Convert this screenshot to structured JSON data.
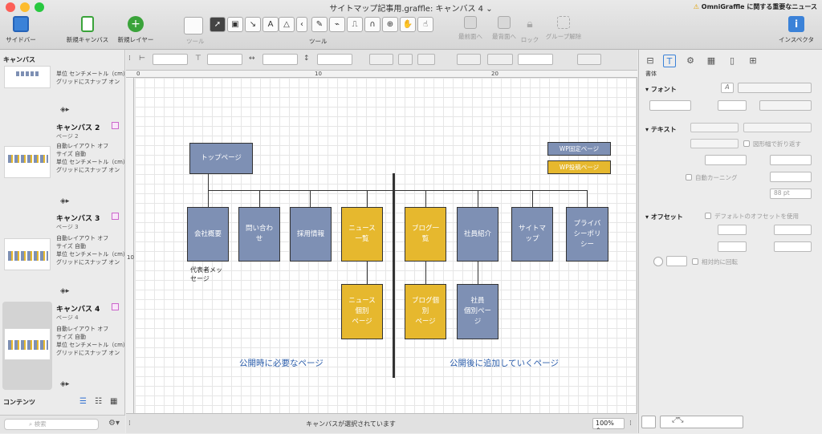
{
  "window": {
    "title": "サイトマップ記事用.graffle: キャンバス 4 ⌄",
    "news": "OmniGraffle に関する重要なニュース"
  },
  "toolbar": {
    "sidebar": "サイドバー",
    "new_canvas": "新規キャンバス",
    "new_layer": "新規レイヤー",
    "tool_label": "ツール",
    "tools_label": "ツール",
    "front": "最前面へ",
    "back": "最背面へ",
    "lock": "ロック",
    "ungroup": "グループ解除",
    "inspector": "インスペクタ"
  },
  "left": {
    "header": "キャンバス",
    "c1": {
      "info": "単位 センチメートル（cm）\nグリッドにスナップ オン"
    },
    "c2": {
      "name": "キャンバス 2",
      "page": "ページ 2",
      "info": "自動レイアウト オフ\nサイズ 自動\n単位 センチメートル（cm）\nグリッドにスナップ オン"
    },
    "c3": {
      "name": "キャンバス 3",
      "page": "ページ 3",
      "info": "自動レイアウト オフ\nサイズ 自動\n単位 センチメートル（cm）\nグリッドにスナップ オン"
    },
    "c4": {
      "name": "キャンバス 4",
      "page": "ページ 4",
      "info": "自動レイアウト オフ\nサイズ 自動\n単位 センチメートル（cm）\nグリッドにスナップ オン"
    },
    "contents": "コンテンツ",
    "search_placeholder": "検索"
  },
  "ruler": {
    "h": [
      "0",
      "10",
      "20"
    ],
    "v": [
      "10"
    ]
  },
  "diagram": {
    "top": "トップページ",
    "legend1": "WP固定ページ",
    "legend2": "WP投稿ページ",
    "n1": "会社概要",
    "n2": "問い合わ\nせ",
    "n3": "採用情報",
    "n4": "ニュース\n一覧",
    "n5": "ブログ一\n覧",
    "n6": "社員紹介",
    "n7": "サイトマ\nップ",
    "n8": "プライバ\nシーポリ\nシー",
    "note": "代表者メッ\nセージ",
    "n9": "ニュース\n個別\nページ",
    "n10": "ブログ個\n別\nページ",
    "n11": "社員\n個別ペー\nジ",
    "cap_left": "公開時に必要なページ",
    "cap_right": "公開後に追加していくページ"
  },
  "status": {
    "message": "キャンバスが選択されています",
    "zoom": "100%"
  },
  "inspector": {
    "section": "書体",
    "font": "フォント",
    "text": "テキスト",
    "wrap": "図形幅で折り返す",
    "kerning": "自動カーニング",
    "line_height": "88 pt",
    "offset": "オフセット",
    "use_default": "デフォルトのオフセットを使用",
    "rotate": "相対的に回転"
  }
}
